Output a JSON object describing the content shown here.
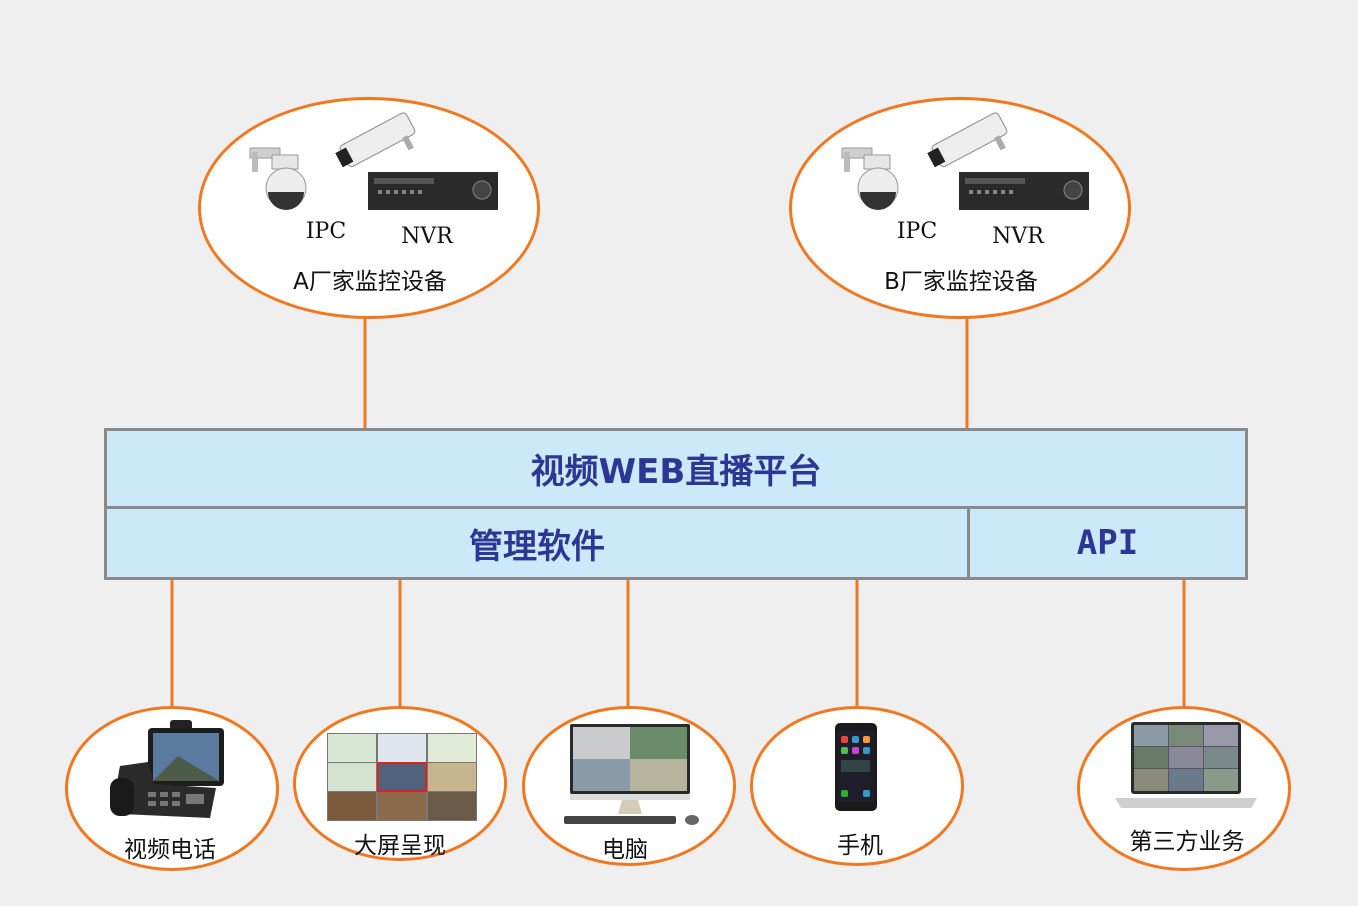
{
  "colors": {
    "accent": "#f07820",
    "platform_fill": "#cbe9f8",
    "platform_text": "#2c3694",
    "border": "#8a8a8a"
  },
  "sources": [
    {
      "label": "A厂家监控设备",
      "ipc": "IPC",
      "nvr": "NVR"
    },
    {
      "label": "B厂家监控设备",
      "ipc": "IPC",
      "nvr": "NVR"
    }
  ],
  "platform": {
    "title": "视频WEB直播平台",
    "management": "管理软件",
    "api": "API"
  },
  "terminals": [
    {
      "label": "视频电话",
      "icon": "video-phone-icon"
    },
    {
      "label": "大屏呈现",
      "icon": "video-wall-icon"
    },
    {
      "label": "电脑",
      "icon": "desktop-computer-icon"
    },
    {
      "label": "手机",
      "icon": "mobile-phone-icon"
    },
    {
      "label": "第三方业务",
      "icon": "laptop-icon"
    }
  ]
}
